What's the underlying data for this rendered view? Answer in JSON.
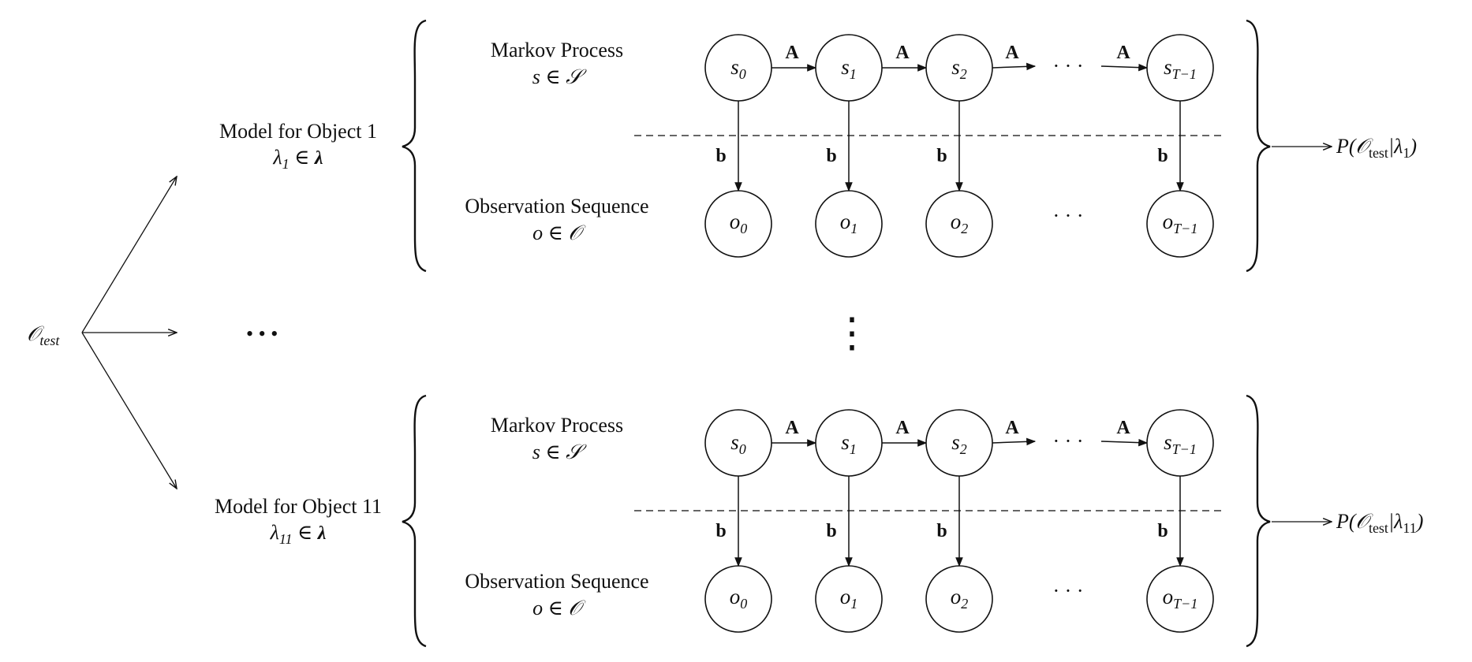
{
  "input": {
    "main": "𝒪",
    "sub": "test"
  },
  "middle_dots": "• • •",
  "vertical_dots": "⋮",
  "models": [
    {
      "title": "Model for Object 1",
      "lambda_main": "λ",
      "lambda_sub": "1",
      "lambda_rel": " ∈ ",
      "lambda_set": "λ",
      "markov_title": "Markov Process",
      "markov_formula": "s ∈ 𝒮",
      "obs_title": "Observation Sequence",
      "obs_formula": "o ∈ 𝒪",
      "output_prefix": "P(",
      "output_o": "𝒪",
      "output_sub": "test",
      "output_mid": "|λ",
      "output_lsub": "1",
      "output_close": ")"
    },
    {
      "title": "Model for Object 11",
      "lambda_main": "λ",
      "lambda_sub": "11",
      "lambda_rel": " ∈ ",
      "lambda_set": "λ",
      "markov_title": "Markov Process",
      "markov_formula": "s ∈ 𝒮",
      "obs_title": "Observation Sequence",
      "obs_formula": "o ∈ 𝒪",
      "output_prefix": "P(",
      "output_o": "𝒪",
      "output_sub": "test",
      "output_mid": "|λ",
      "output_lsub": "11",
      "output_close": ")"
    }
  ],
  "states": [
    {
      "main": "s",
      "sub": "0"
    },
    {
      "main": "s",
      "sub": "1"
    },
    {
      "main": "s",
      "sub": "2"
    },
    {
      "main": "s",
      "sub": "T−1"
    }
  ],
  "observations": [
    {
      "main": "o",
      "sub": "0"
    },
    {
      "main": "o",
      "sub": "1"
    },
    {
      "main": "o",
      "sub": "2"
    },
    {
      "main": "o",
      "sub": "T−1"
    }
  ],
  "transition_label": "A",
  "emission_label": "b",
  "chain_dots": "· · ·"
}
